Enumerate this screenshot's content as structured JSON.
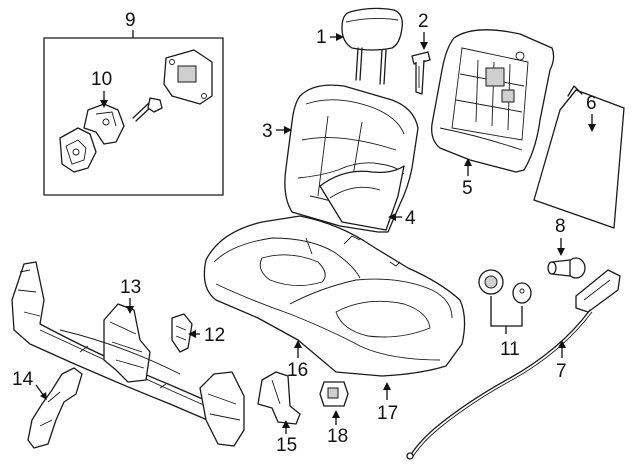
{
  "callouts": [
    {
      "id": "1",
      "part": "headrest"
    },
    {
      "id": "2",
      "part": "headrest-guide"
    },
    {
      "id": "3",
      "part": "seat-back-cover"
    },
    {
      "id": "4",
      "part": "seat-back-pad"
    },
    {
      "id": "5",
      "part": "seat-back-frame"
    },
    {
      "id": "6",
      "part": "back-panel"
    },
    {
      "id": "7",
      "part": "release-cable"
    },
    {
      "id": "8",
      "part": "plug"
    },
    {
      "id": "9",
      "part": "latch-kit-group"
    },
    {
      "id": "10",
      "part": "latch"
    },
    {
      "id": "11",
      "part": "button-caps"
    },
    {
      "id": "12",
      "part": "bracket"
    },
    {
      "id": "13",
      "part": "seat-frame"
    },
    {
      "id": "14",
      "part": "side-support"
    },
    {
      "id": "15",
      "part": "hinge-cover"
    },
    {
      "id": "16",
      "part": "seat-cushion-cover"
    },
    {
      "id": "17",
      "part": "seat-cushion-pad"
    },
    {
      "id": "18",
      "part": "clip"
    }
  ]
}
